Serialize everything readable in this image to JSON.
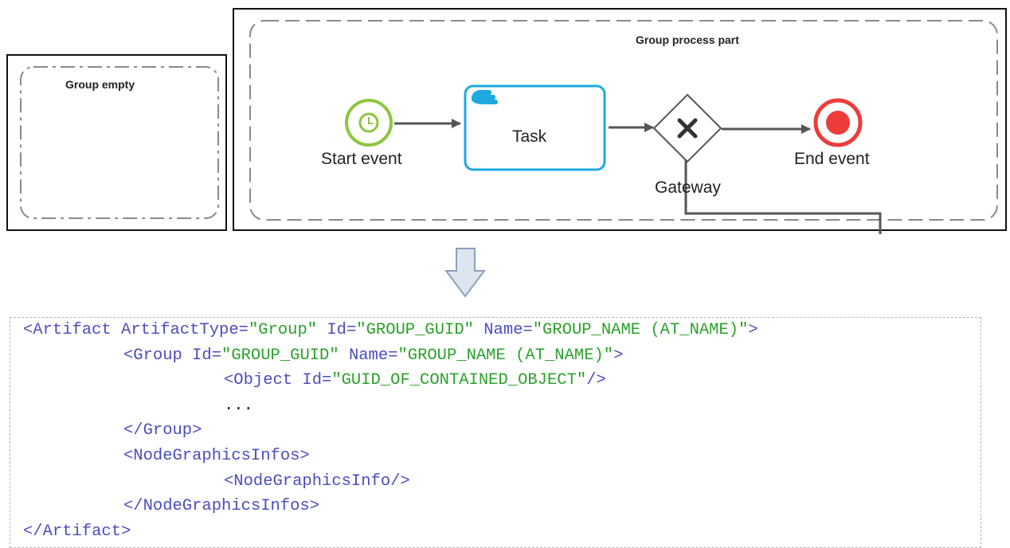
{
  "groups": {
    "empty": {
      "title": "Group empty"
    },
    "process": {
      "title": "Group process part"
    }
  },
  "nodes": {
    "start": {
      "label": "Start event",
      "icon": "clock-icon",
      "color": "#8dc63f"
    },
    "task": {
      "label": "Task",
      "icon": "hand-icon",
      "color": "#1ea9e1"
    },
    "gateway": {
      "label": "Gateway",
      "icon": "x-icon"
    },
    "end": {
      "label": "End event",
      "icon": "end-circle-icon",
      "color": "#ee3b3b"
    }
  },
  "arrow_icon": "down-arrow-icon",
  "code": {
    "l1": {
      "a": "<Artifact ArtifactType=",
      "b": "\"Group\"",
      "c": " Id=",
      "d": "\"GROUP_GUID\"",
      "e": " Name=",
      "f": "\"GROUP_NAME (AT_NAME)\"",
      "g": ">"
    },
    "l2": {
      "a": "<Group Id=",
      "b": "\"GROUP_GUID\"",
      "c": " Name=",
      "d": "\"GROUP_NAME (AT_NAME)\"",
      "e": ">"
    },
    "l3": {
      "a": "<Object Id=",
      "b": "\"GUID_OF_CONTAINED_OBJECT\"",
      "c": "/>"
    },
    "l4": "...",
    "l5": "</Group>",
    "l6": "<NodeGraphicsInfos>",
    "l7": "<NodeGraphicsInfo/>",
    "l8": "</NodeGraphicsInfos>",
    "l9": "</Artifact>"
  }
}
